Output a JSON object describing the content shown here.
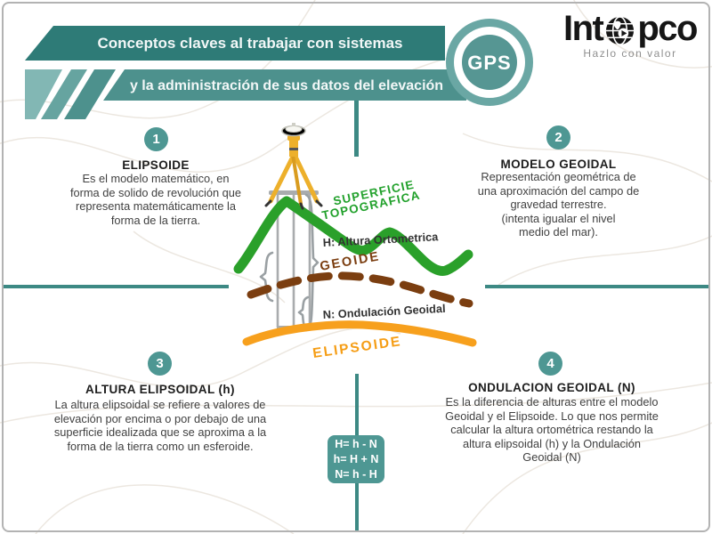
{
  "header": {
    "banner_line1": "Conceptos claves al trabajar con sistemas",
    "banner_line2": "y la administración de sus datos del elevación",
    "gps_badge": "GPS",
    "logo": {
      "part1": "Int",
      "part2": "pco",
      "tagline": "Hazlo con valor"
    }
  },
  "colors": {
    "banner_dark": "#2e7b77",
    "banner_mid": "#4d918d",
    "stripe_light": "#82b7b4",
    "accent_teal": "#4e9793",
    "divider": "#3d8984",
    "surface_green": "#2aa02a",
    "geoid_brown": "#7b3e10",
    "ellipsoid_orange": "#f7a01d"
  },
  "sections": [
    {
      "number": "1",
      "title": "ELIPSOIDE",
      "lines": [
        "Es el modelo matemático, en",
        "forma de solido de revolución que",
        "representa matemáticamente la",
        "forma de la tierra."
      ]
    },
    {
      "number": "2",
      "title": "MODELO GEOIDAL",
      "lines": [
        "Representación geométrica de",
        "una aproximación del campo de",
        "gravedad terrestre.",
        "(intenta igualar el nivel",
        "medio del mar)."
      ]
    },
    {
      "number": "3",
      "title": "ALTURA ELIPSOIDAL (h)",
      "lines": [
        "La altura elipsoidal se refiere a valores de",
        "elevación por encima o por debajo de una",
        "superficie idealizada que se aproxima a la",
        "forma de la tierra como un esferoide."
      ]
    },
    {
      "number": "4",
      "title": "ONDULACION GEOIDAL (N)",
      "lines": [
        "Es la diferencia de alturas entre el modelo",
        "Geoidal y el Elipsoide. Lo que nos permite",
        "calcular la altura ortométrica restando la",
        "altura elipsoidal (h) y la Ondulación",
        "Geoidal (N)"
      ]
    }
  ],
  "diagram": {
    "surface_line1": "SUPERFICIE",
    "surface_line2": "TOPOGRAFICA",
    "geoid_label": "GEOIDE",
    "ellipsoid_label": "ELIPSOIDE",
    "h_label": "H: Altura Ortometrica",
    "n_label": "N: Ondulación Geoidal",
    "formulas": [
      "H= h - N",
      "h= H + N",
      "N= h - H"
    ]
  }
}
